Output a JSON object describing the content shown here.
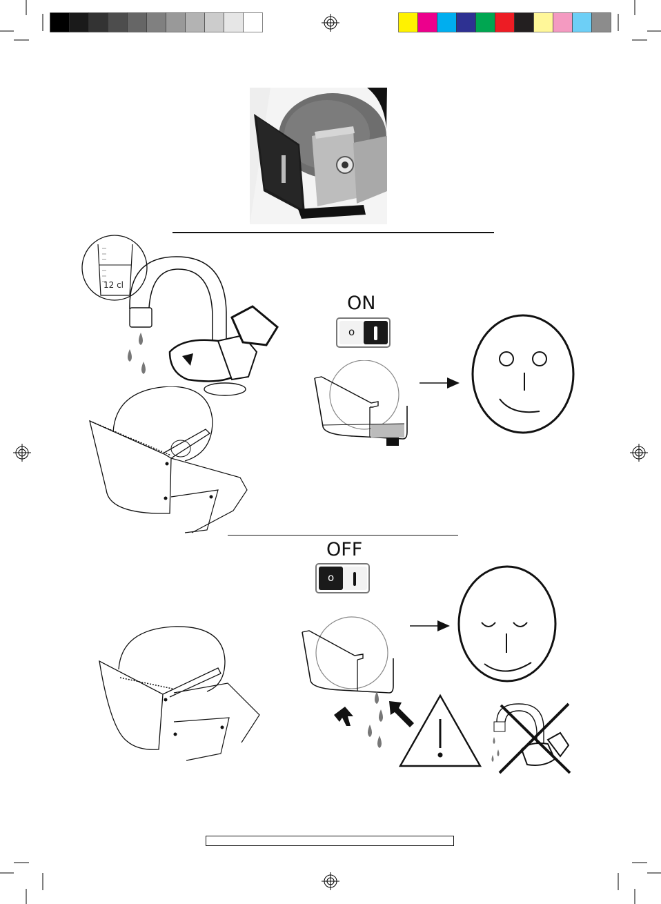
{
  "print_marks": {
    "grayscale_bar": [
      "#000000",
      "#1a1a1a",
      "#333333",
      "#4d4d4d",
      "#666666",
      "#808080",
      "#999999",
      "#b3b3b3",
      "#cccccc",
      "#e6e6e6",
      "#ffffff"
    ],
    "color_bar": [
      "#fff200",
      "#ec008c",
      "#00aeef",
      "#2e3192",
      "#00a651",
      "#ed1c24",
      "#231f20",
      "#fff799",
      "#f49ac1",
      "#6dcff6",
      "#8c8c8c"
    ]
  },
  "measuring_cup": {
    "label": "12 cl"
  },
  "switch_on": {
    "label": "ON",
    "off_glyph": "o",
    "on_glyph": "I",
    "state": "on"
  },
  "switch_off": {
    "label": "OFF",
    "off_glyph": "o",
    "on_glyph": "I",
    "state": "off"
  },
  "icons": {
    "photo": "grinder-water-tray-photo",
    "faucet": "faucet-icon",
    "tray_fill": "water-tray-icon",
    "happy_face": "happy-face-icon",
    "sleepy_face": "sleepy-face-icon",
    "warning": "warning-triangle-icon",
    "no_faucet": "no-faucet-icon"
  },
  "colors": {
    "line": "#111111",
    "drop": "#777777",
    "photo_bg": "#e8e8e8"
  }
}
